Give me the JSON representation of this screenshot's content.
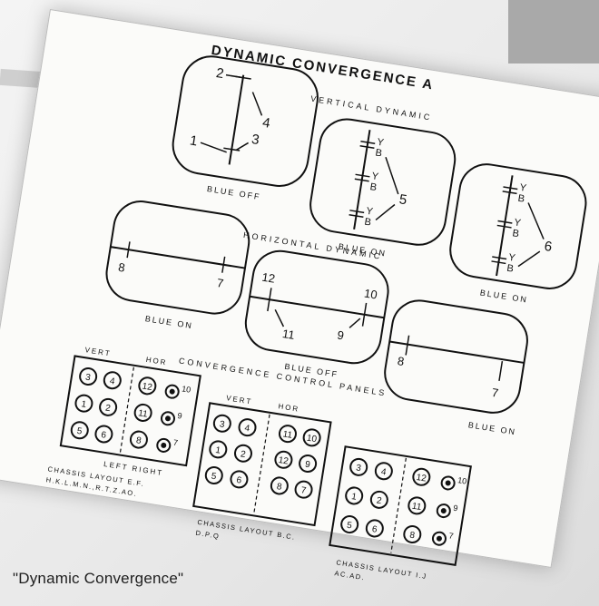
{
  "title": "DYNAMIC CONVERGENCE A",
  "sections": {
    "vertical": "VERTICAL DYNAMIC",
    "horizontal": "HORIZONTAL DYNAMIC",
    "panels": "CONVERGENCE CONTROL PANELS"
  },
  "screens": {
    "v1": {
      "caption": "BLUE OFF",
      "callouts": [
        "2",
        "4",
        "3",
        "1"
      ]
    },
    "v2": {
      "caption": "BLUE ON",
      "marks": [
        "Y",
        "B",
        "Y",
        "B",
        "Y",
        "B"
      ],
      "callout": "5"
    },
    "v3": {
      "caption": "BLUE ON",
      "marks": [
        "Y",
        "B",
        "Y",
        "B",
        "Y",
        "B"
      ],
      "callout": "6"
    },
    "h1": {
      "caption": "BLUE ON",
      "callouts": [
        "8",
        "7"
      ]
    },
    "h2": {
      "caption": "BLUE OFF",
      "callouts": [
        "12",
        "11",
        "10",
        "9"
      ]
    },
    "h3": {
      "caption": "BLUE ON",
      "callouts": [
        "8",
        "7"
      ]
    }
  },
  "panels": {
    "p1": {
      "vert": "VERT",
      "hor": "HOR",
      "knobs": [
        "3",
        "4",
        "12",
        "1",
        "2",
        "11",
        "5",
        "6",
        "8"
      ],
      "dots": [
        "10",
        "9",
        "7"
      ],
      "sides": "LEFT RIGHT",
      "layout_line1": "CHASSIS LAYOUT E.F.",
      "layout_line2": "H.K.L.M.N.,R.T.Z.AO."
    },
    "p2": {
      "vert": "VERT",
      "hor": "HOR",
      "knobs": [
        "3",
        "4",
        "11",
        "10",
        "1",
        "2",
        "12",
        "9",
        "5",
        "6",
        "8",
        "7"
      ],
      "layout_line1": "CHASSIS LAYOUT B.C.",
      "layout_line2": "D.P.Q"
    },
    "p3": {
      "knobs": [
        "3",
        "4",
        "12",
        "1",
        "2",
        "11",
        "5",
        "6",
        "8"
      ],
      "dots": [
        "10",
        "9",
        "7"
      ],
      "layout_line1": "CHASSIS LAYOUT I.J",
      "layout_line2": "AC.AD."
    }
  },
  "caption": "\"Dynamic Convergence\""
}
